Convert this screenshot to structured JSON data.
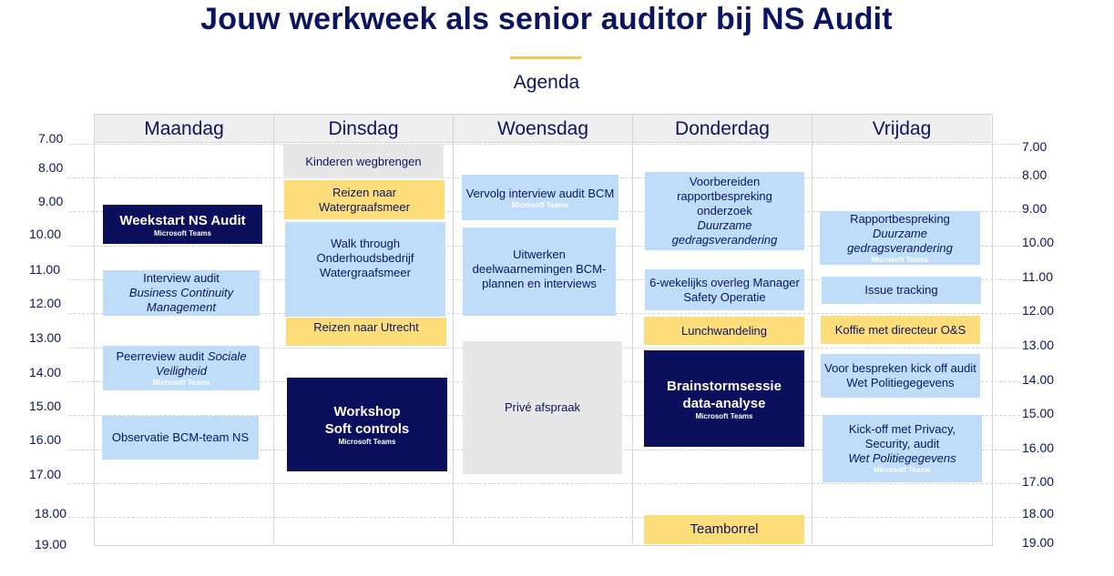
{
  "header": {
    "title": "Jouw werkweek als senior auditor bij NS Audit",
    "subtitle": "Agenda"
  },
  "days": [
    "Maandag",
    "Dinsdag",
    "Woensdag",
    "Donderdag",
    "Vrijdag"
  ],
  "times_left": [
    "7.00",
    "8.00",
    "9.00",
    "10.00",
    "11.00",
    "12.00",
    "13.00",
    "14.00",
    "15.00",
    "16.00",
    "17.00",
    "18.00",
    "19.00"
  ],
  "times_right": [
    "7.00",
    "8.00",
    "9.00",
    "10.00",
    "11.00",
    "12.00",
    "13.00",
    "14.00",
    "15.00",
    "16.00",
    "17.00",
    "18.00",
    "19.00"
  ],
  "tag_teams": "Microsoft Teams",
  "colors": {
    "navy": "#0b0f5c",
    "light_blue": "#bfdcf8",
    "yellow": "#fddc7a",
    "grey": "#e7e7e7",
    "title_blue": "#0b1560"
  },
  "events": {
    "mon": {
      "weekstart": "Weekstart NS Audit",
      "interview_1": "Interview audit",
      "interview_2": "Business Continuity Management",
      "peer_1": "Peerreview audit",
      "peer_2": "Sociale Veiligheid",
      "observatie": "Observatie BCM-team NS"
    },
    "tue": {
      "kinderen": "Kinderen wegbrengen",
      "reizen_wgm": "Reizen naar Watergraafsmeer",
      "walk": "Walk through Onderhoudsbedrijf Watergraafsmeer",
      "reizen_utr": "Reizen naar Utrecht",
      "workshop_1": "Workshop",
      "workshop_2": "Soft controls"
    },
    "wed": {
      "vervolg": "Vervolg interview audit BCM",
      "uitwerken": "Uitwerken deelwaarnemingen BCM-plannen en interviews",
      "prive": "Privé afspraak"
    },
    "thu": {
      "voorbereiden_1": "Voorbereiden rapportbespreking onderzoek",
      "voorbereiden_2": "Duurzame gedragsverandering",
      "overleg": "6-wekelijks overleg Manager Safety Operatie",
      "lunch": "Lunchwandeling",
      "brainstorm_1": "Brainstormsessie",
      "brainstorm_2": "data-analyse",
      "teamborrel": "Teamborrel"
    },
    "fri": {
      "rapport_1": "Rapportbespreking",
      "rapport_2": "Duurzame gedragsverandering",
      "issue": "Issue tracking",
      "koffie": "Koffie met directeur O&S",
      "bespreken": "Voor bespreken kick off audit Wet Politiegegevens",
      "kickoff_1": "Kick-off met Privacy, Security, audit",
      "kickoff_2": "Wet Politiegegevens"
    }
  }
}
